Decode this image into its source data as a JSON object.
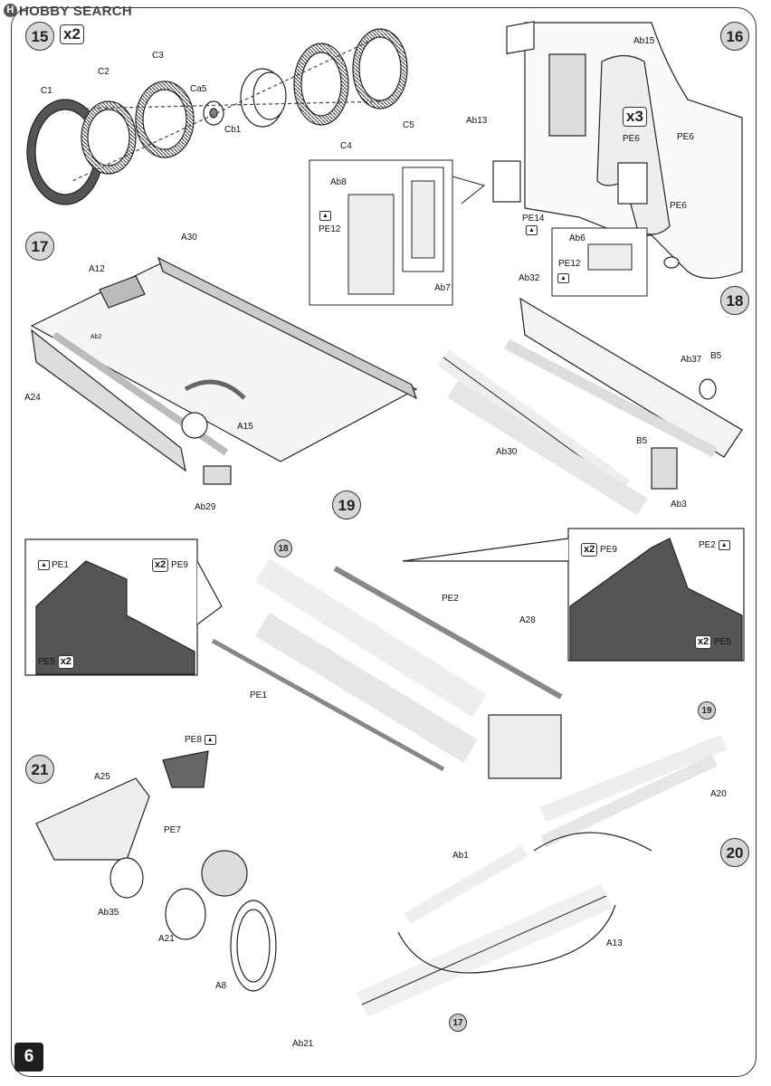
{
  "watermark": "HOBBY SEARCH",
  "page_number": "6",
  "steps": {
    "s15": {
      "number": "15",
      "multiplier": "x2"
    },
    "s16": {
      "number": "16",
      "multiplier": "x3"
    },
    "s17": {
      "number": "17"
    },
    "s18": {
      "number": "18"
    },
    "s19": {
      "number": "19"
    },
    "s20": {
      "number": "20"
    },
    "s21": {
      "number": "21"
    }
  },
  "labels": {
    "c1": "C1",
    "c2": "C2",
    "c3": "C3",
    "ca5": "Ca5",
    "cb1": "Cb1",
    "c4": "C4",
    "c5": "C5",
    "ab15": "Ab15",
    "ab13": "Ab13",
    "pe6a": "PE6",
    "pe6b": "PE6",
    "pe6c": "PE6",
    "pe14": "PE14",
    "ab8": "Ab8",
    "pe12a": "PE12",
    "ab7": "Ab7",
    "ab6": "Ab6",
    "pe12b": "PE12",
    "a30": "A30",
    "a12": "A12",
    "ab2": "Ab2",
    "a24": "A24",
    "a15": "A15",
    "ab29": "Ab29",
    "ab32": "Ab32",
    "ab37": "Ab37",
    "b5a": "B5",
    "b5b": "B5",
    "ab30": "Ab30",
    "ab3": "Ab3",
    "pe1": "PE1",
    "pe9a": "PE9",
    "pe5a": "PE5",
    "pe2": "PE2",
    "a28": "A28",
    "pe1b": "PE1",
    "pe9b": "PE9",
    "pe2b": "PE2",
    "pe5b": "PE5",
    "pe8": "PE8",
    "a25": "A25",
    "pe7": "PE7",
    "ab35": "Ab35",
    "a21": "A21",
    "a8": "A8",
    "a20": "A20",
    "ab1": "Ab1",
    "a13": "A13",
    "ab21": "Ab21"
  },
  "multipliers": {
    "pe9a": "x2",
    "pe5a": "x2",
    "pe9b": "x2",
    "pe5b": "x2"
  },
  "refs": {
    "r18": "18",
    "r19": "19",
    "r17": "17"
  }
}
